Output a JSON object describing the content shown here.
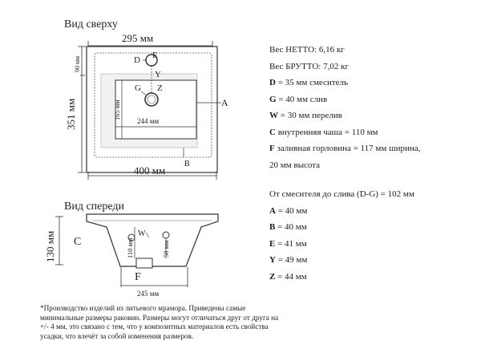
{
  "views": {
    "top_title": "Вид сверху",
    "front_title": "Вид спереди"
  },
  "top_view": {
    "dim_width_top": "295 мм",
    "dim_90": "90 мм",
    "dim_351": "351 мм",
    "dim_165": "165 мм",
    "dim_244": "244 мм",
    "dim_400": "400 мм",
    "label_D": "D",
    "label_E": "E",
    "label_Y": "Y",
    "label_G": "G",
    "label_Z": "Z",
    "label_A": "A",
    "label_B": "B"
  },
  "front_view": {
    "dim_130": "130 мм",
    "label_C": "C",
    "label_W": "W",
    "dim_110": "110 мм",
    "dim_50": "50 мм",
    "label_F": "F",
    "dim_245": "245 мм"
  },
  "specs": [
    {
      "key": "",
      "text": "Вес НЕТТО: 6,16 кг"
    },
    {
      "key": "",
      "text": "Вес БРУТТО: 7,02 кг"
    },
    {
      "key": "D",
      "text": " = 35 мм смеситель"
    },
    {
      "key": "G",
      "text": " = 40 мм слив"
    },
    {
      "key": "W",
      "text": " = 30 мм перелив"
    },
    {
      "key": "C",
      "text": " внутренняя чаша = 110 мм"
    },
    {
      "key": "F",
      "text": " заливная горловина = 117 мм ширина,"
    },
    {
      "key": "",
      "text": "20 мм высота"
    }
  ],
  "specs2": [
    {
      "key": "",
      "text": "От смесителя до слива (D-G) = 102 мм"
    },
    {
      "key": "A",
      "text": " = 40 мм"
    },
    {
      "key": "B",
      "text": " = 40 мм"
    },
    {
      "key": "E",
      "text": " = 41 мм"
    },
    {
      "key": "Y",
      "text": " = 49 мм"
    },
    {
      "key": "Z",
      "text": " = 44 мм"
    }
  ],
  "footnote": "*Производство изделий из литьевого мрамора. Приведены самые минимальные размеры раковин. Размеры могут отличаться друг от друга на +/- 4 мм, это связано с тем, что у композитных материалов есть свойства усадки, что влечёт за собой изменения размеров."
}
